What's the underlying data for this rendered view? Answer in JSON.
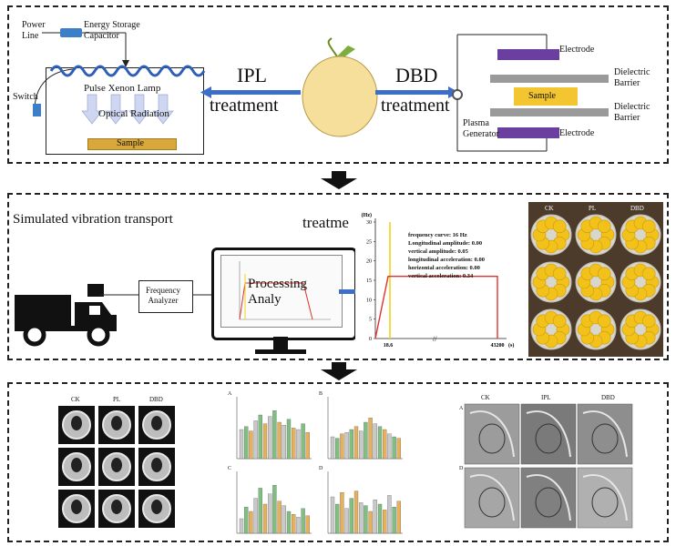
{
  "panel1": {
    "ipl": {
      "power_line": "Power\nLine",
      "capacitor": "Energy Storage\nCapacitor",
      "switch": "Switch",
      "lamp": "Pulse Xenon Lamp",
      "radiation": "Optical Radiation",
      "sample": "Sample"
    },
    "ipl_title": "IPL",
    "ipl_sub": "treatment",
    "dbd_title": "DBD",
    "dbd_sub": "treatment",
    "dbd": {
      "electrode_top": "Electrode",
      "barrier_top": "Dielectric\nBarrier",
      "sample": "Sample",
      "barrier_bottom": "Dielectric\nBarrier",
      "plasma": "Plasma\nGenerator",
      "electrode_bottom": "Electrode"
    }
  },
  "panel2": {
    "title": "Simulated vibration transport",
    "analyzer": "Frequency\nAnalyzer",
    "overlay_text": "treatme",
    "processing": "Processing\nAnaly",
    "chart_info": [
      "frequency curve:  16 Hz",
      "Longitudinal amplitude:   0.00",
      "vertical amplitude:   0.05",
      "longitudinal acceleration:  0.00",
      "horizontal acceleration:   0.00",
      "vertical acceleration:   0.34"
    ],
    "fruit_labels": [
      "CK",
      "PL",
      "DBD"
    ]
  },
  "chart_data": {
    "type": "line",
    "title": "",
    "ylabel": "(Hz)",
    "xlabel": "(s)",
    "y_ticks": [
      "0",
      "5",
      "10",
      "15",
      "20",
      "25",
      "30"
    ],
    "x_ticks": [
      "18.6",
      "43200"
    ],
    "ylim": [
      0,
      30
    ],
    "series": [
      {
        "values": [
          [
            0,
            0
          ],
          [
            18.6,
            16
          ],
          [
            43200,
            16
          ],
          [
            43200,
            0
          ]
        ]
      }
    ],
    "marker_x": 18.6,
    "colors": {
      "curve": "#e0322b",
      "marker": "#f2d21a"
    }
  },
  "panel3": {
    "mri_labels": [
      "CK",
      "PL",
      "DBD"
    ],
    "tem_labels": [
      "CK",
      "IPL",
      "DBD"
    ],
    "tem_row_labels": [
      "A",
      "D"
    ],
    "chart_letters": [
      "A",
      "B",
      "C",
      "D"
    ]
  },
  "colors": {
    "arrow_blue": "#3d6fc9",
    "lamp_blue": "#2e5fb8",
    "sample_gold": "#d8a93a",
    "electrode_purple": "#6a3fa0",
    "fruit": "#f6df9a"
  }
}
